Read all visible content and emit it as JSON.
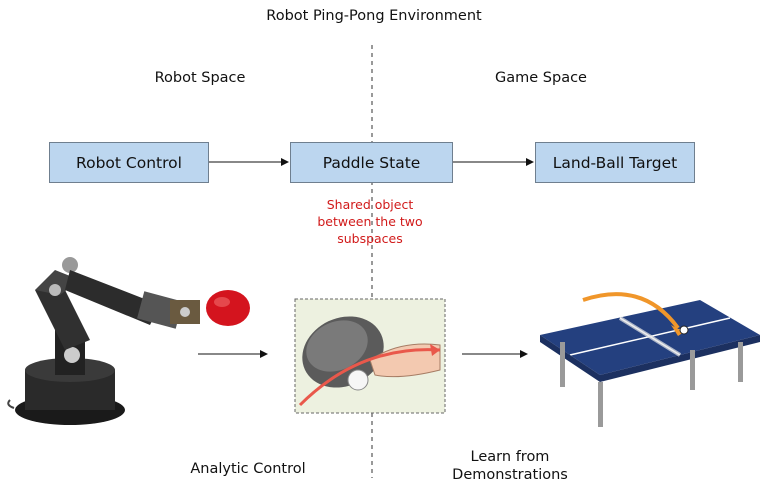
{
  "title": "Robot Ping-Pong Environment",
  "sections": {
    "left": "Robot Space",
    "right": "Game Space"
  },
  "boxes": {
    "robot_control": "Robot Control",
    "paddle_state": "Paddle State",
    "land_ball_target": "Land-Ball Target"
  },
  "shared_note": {
    "line1": "Shared object",
    "line2": "between the two",
    "line3": "subspaces"
  },
  "captions": {
    "analytic": "Analytic Control",
    "demonstrations_line1": "Learn from",
    "demonstrations_line2": "Demonstrations"
  },
  "images": {
    "robot": "robot-arm-illustration",
    "paddle": "ping-pong-paddle-illustration",
    "table": "ping-pong-table-illustration"
  },
  "colors": {
    "box_fill": "#bcd6ef",
    "accent_red": "#d11a1a",
    "table_blue": "#24407f",
    "arc_orange": "#f0962a"
  }
}
